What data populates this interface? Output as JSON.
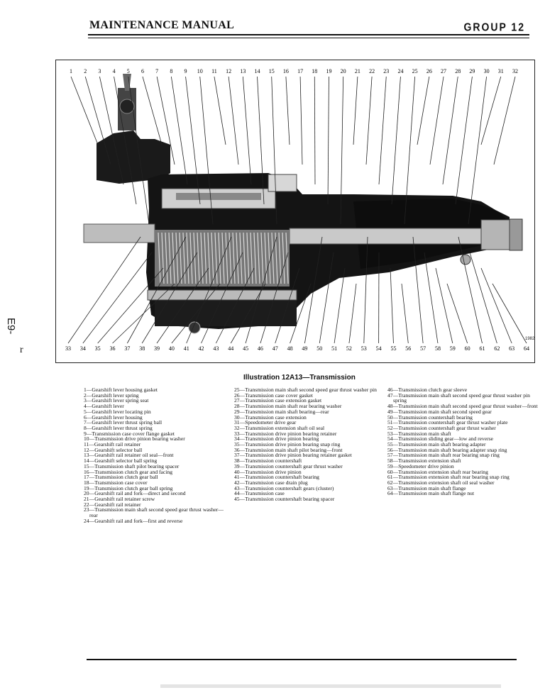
{
  "header": {
    "title": "MAINTENANCE MANUAL",
    "group": "GROUP 12"
  },
  "figure": {
    "top_numbers": [
      "1",
      "2",
      "3",
      "4",
      "5",
      "6",
      "7",
      "8",
      "9",
      "10",
      "11",
      "12",
      "13",
      "14",
      "15",
      "16",
      "17",
      "18",
      "19",
      "20",
      "21",
      "22",
      "23",
      "24",
      "25",
      "26",
      "27",
      "28",
      "29",
      "30",
      "31",
      "32"
    ],
    "bottom_numbers": [
      "33",
      "34",
      "35",
      "36",
      "37",
      "38",
      "39",
      "40",
      "41",
      "42",
      "43",
      "44",
      "45",
      "46",
      "47",
      "48",
      "49",
      "50",
      "51",
      "52",
      "53",
      "54",
      "55",
      "56",
      "57",
      "58",
      "59",
      "60",
      "61",
      "62",
      "63",
      "64"
    ],
    "stamp": "1982"
  },
  "margin": {
    "note": "E9-",
    "mark": "r"
  },
  "caption": "Illustration 12A13—Transmission",
  "legend": {
    "col1": [
      "1—Gearshift lever housing gasket",
      "2—Gearshift lever spring",
      "3—Gearshift lever spring seat",
      "4—Gearshift lever",
      "5—Gearshift lever locating pin",
      "6—Gearshift lever housing",
      "7—Gearshift lever thrust spring ball",
      "8—Gearshift lever thrust spring",
      "9—Transmission case cover flange gasket",
      "10—Transmission drive pinion bearing washer",
      "11—Gearshift rail retainer",
      "12—Gearshift selector ball",
      "13—Gearshift rail retainer oil seal—front",
      "14—Gearshift selector ball spring",
      "15—Transmission shaft pilot bearing spacer",
      "16—Transmission clutch gear and facing",
      "17—Transmission clutch gear ball",
      "18—Transmission case cover",
      "19—Transmission clutch gear ball spring",
      "20—Gearshift rail and fork—direct and second",
      "21—Gearshift rail retainer screw",
      "22—Gearshift rail retainer",
      "23—Transmission main shaft second speed gear thrust washer—rear",
      "24—Gearshift rail and fork—first and reverse"
    ],
    "col2": [
      "25—Transmission main shaft second speed gear thrust washer pin",
      "26—Transmission case cover gasket",
      "27—Transmission case extension gasket",
      "28—Transmission main shaft rear bearing washer",
      "29—Transmission main shaft bearing—rear",
      "30—Transmission case extension",
      "31—Speedometer drive gear",
      "32—Transmission extension shaft oil seal",
      "33—Transmission drive pinion bearing retainer",
      "34—Transmission drive pinion bearing",
      "35—Transmission drive pinion bearing snap ring",
      "36—Transmission main shaft pilot bearing—front",
      "37—Transmission drive pinion bearing retainer gasket",
      "38—Transmission countershaft",
      "39—Transmission countershaft gear thrust washer",
      "40—Transmission drive pinion",
      "41—Transmission countershaft bearing",
      "42—Transmission case drain plug",
      "43—Transmission countershaft gears (cluster)",
      "44—Transmission case",
      "45—Transmission countershaft bearing spacer"
    ],
    "col3": [
      "46—Transmission clutch gear sleeve",
      "47—Transmission main shaft second speed gear thrust washer pin spring",
      "48—Transmission main shaft second speed gear thrust washer—front",
      "49—Transmission main shaft second speed gear",
      "50—Transmission countershaft bearing",
      "51—Transmission countershaft gear thrust washer plate",
      "52—Transmission countershaft gear thrust washer",
      "53—Transmission main shaft",
      "54—Transmission sliding gear—low and reverse",
      "55—Transmission main shaft bearing adapter",
      "56—Transmission main shaft bearing adapter snap ring",
      "57—Transmission main shaft rear bearing snap ring",
      "58—Transmission extension shaft",
      "59—Speedometer drive pinion",
      "60—Transmission extension shaft rear bearing",
      "61—Transmission extension shaft rear bearing snap ring",
      "62—Transmission extension shaft oil seal washer",
      "63—Transmission main shaft flange",
      "64—Transmission main shaft flange nut"
    ]
  }
}
